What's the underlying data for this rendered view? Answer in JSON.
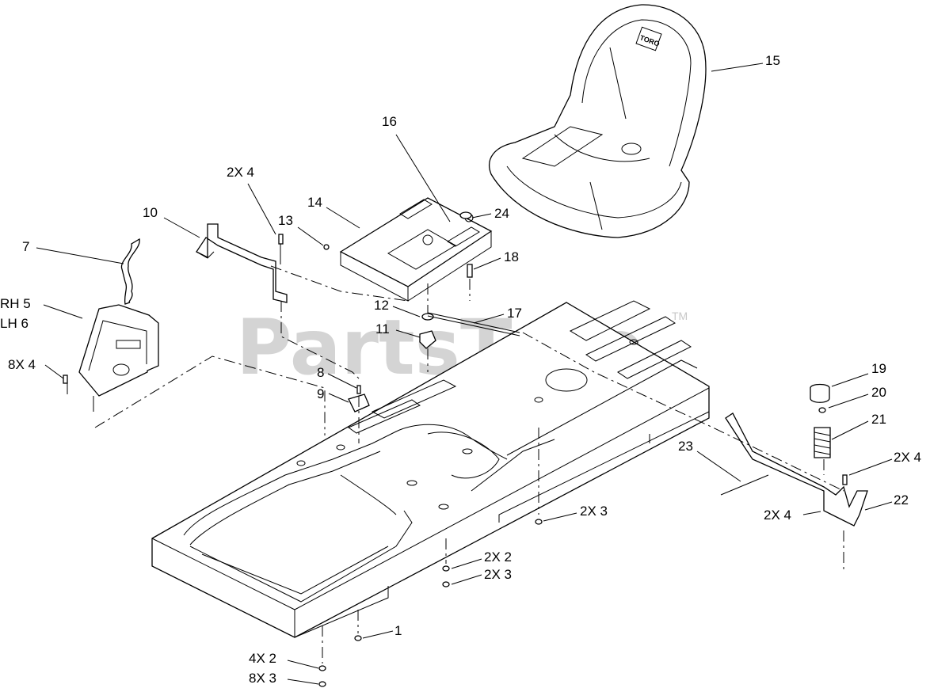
{
  "watermark": {
    "text": "PartsTree",
    "trademark": "TM"
  },
  "seat_brand": "TORO",
  "callouts": [
    {
      "id": "c15",
      "text": "15"
    },
    {
      "id": "c16",
      "text": "16"
    },
    {
      "id": "c2x4a",
      "text": "2X 4"
    },
    {
      "id": "c10",
      "text": "10"
    },
    {
      "id": "c14",
      "text": "14"
    },
    {
      "id": "c13",
      "text": "13"
    },
    {
      "id": "c24",
      "text": "24"
    },
    {
      "id": "c7",
      "text": "7"
    },
    {
      "id": "c18",
      "text": "18"
    },
    {
      "id": "crh5",
      "text": "RH 5"
    },
    {
      "id": "clh6",
      "text": "LH 6"
    },
    {
      "id": "c12",
      "text": "12"
    },
    {
      "id": "c17",
      "text": "17"
    },
    {
      "id": "c11",
      "text": "11"
    },
    {
      "id": "c8x4",
      "text": "8X 4"
    },
    {
      "id": "c8",
      "text": "8"
    },
    {
      "id": "c9",
      "text": "9"
    },
    {
      "id": "c19",
      "text": "19"
    },
    {
      "id": "c20",
      "text": "20"
    },
    {
      "id": "c21",
      "text": "21"
    },
    {
      "id": "c23",
      "text": "23"
    },
    {
      "id": "c2x4b",
      "text": "2X 4"
    },
    {
      "id": "c22",
      "text": "22"
    },
    {
      "id": "c2x4c",
      "text": "2X 4"
    },
    {
      "id": "c2x3a",
      "text": "2X 3"
    },
    {
      "id": "c2x2a",
      "text": "2X 2"
    },
    {
      "id": "c2x3b",
      "text": "2X 3"
    },
    {
      "id": "c1",
      "text": "1"
    },
    {
      "id": "c4x2",
      "text": "4X 2"
    },
    {
      "id": "c8x3",
      "text": "8X 3"
    }
  ]
}
